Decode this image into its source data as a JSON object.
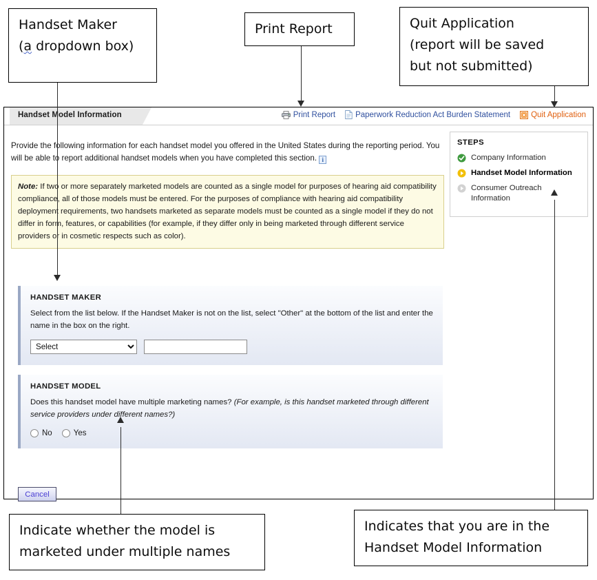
{
  "annotations": {
    "handset_maker": {
      "line1": "Handset Maker",
      "line2_pre": "(",
      "line2_squiggle": "a",
      "line2_post": " dropdown box)"
    },
    "print_report": {
      "line1": "Print Report"
    },
    "quit_application": {
      "line1": "Quit Application",
      "line2": "(report will be saved",
      "line3": "but not submitted)"
    },
    "multiple_names": {
      "line1": "Indicate whether the model is",
      "line2": "marketed under multiple names"
    },
    "current_step": {
      "line1": "Indicates that you are in the",
      "line2": "Handset Model Information"
    }
  },
  "app": {
    "tab_label": "Handset Model Information",
    "toolbar": [
      {
        "label": "Print Report",
        "icon": "printer-icon"
      },
      {
        "label": "Paperwork Reduction Act Burden Statement",
        "icon": "document-icon"
      },
      {
        "label": "Quit Application",
        "icon": "close-x-icon"
      }
    ],
    "intro": "Provide the following information for each handset model you offered in the United States during the reporting period. You will be able to report additional handset models when you have completed this section.",
    "intro_info_icon": "i",
    "note": {
      "label": "Note:",
      "body": " If two or more separately marketed models are counted as a single model for purposes of hearing aid compatibility compliance, all of those models must be entered.  For the purposes of compliance with hearing aid compatibility deployment requirements, two handsets marketed as separate models must be counted as a single model if they do not differ in form, features, or capabilities (for example, if they differ only in being marketed through different service providers or in cosmetic respects such as color)."
    },
    "steps": {
      "title": "STEPS",
      "items": [
        {
          "label": "Company Information",
          "state": "complete",
          "icon": "check-circle-icon",
          "color": "#3f9a3f"
        },
        {
          "label": "Handset Model Information",
          "state": "current",
          "icon": "play-circle-icon",
          "color": "#f2c00a"
        },
        {
          "label": "Consumer Outreach Information",
          "state": "pending",
          "icon": "play-circle-icon",
          "color": "#cccccc"
        }
      ]
    },
    "handset_maker_panel": {
      "title": "HANDSET MAKER",
      "description": "Select from the list below. If the Handset Maker is not on the list, select \"Other\" at the bottom of the list and enter the name in the box on the right.",
      "select_value": "Select",
      "select_options": [
        "Select"
      ],
      "other_value": "",
      "other_placeholder": ""
    },
    "handset_model_panel": {
      "title": "HANDSET MODEL",
      "question": "Does this handset model have multiple marketing names?",
      "question_example": "(For example, is this handset marketed through different service providers under different names?)",
      "radios": [
        {
          "label": "No",
          "selected": false
        },
        {
          "label": "Yes",
          "selected": false
        }
      ]
    },
    "cancel_label": "Cancel"
  }
}
